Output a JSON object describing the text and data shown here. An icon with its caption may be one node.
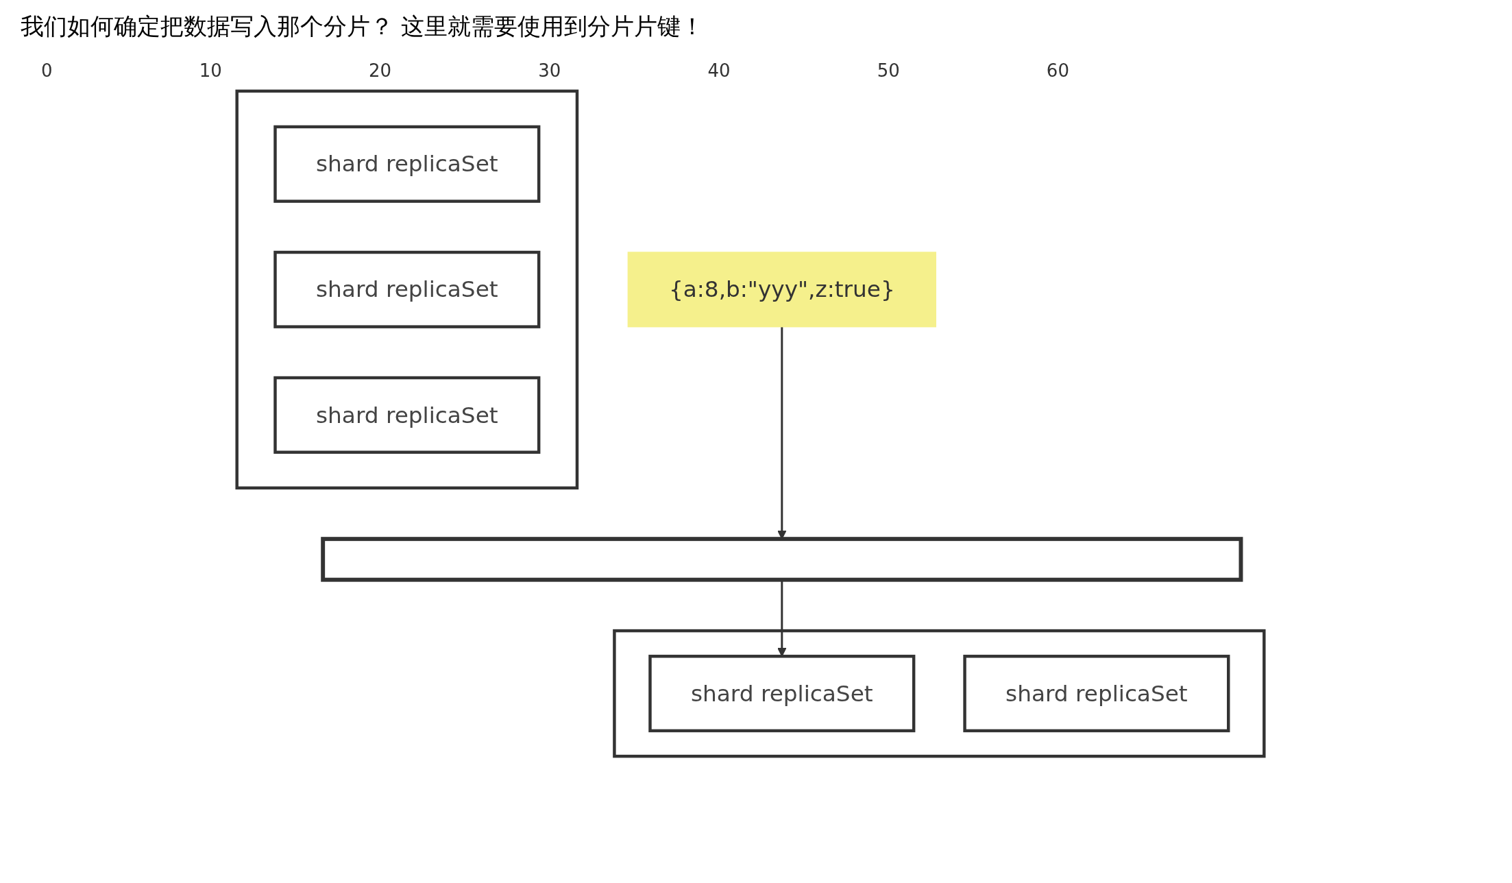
{
  "diagram": {
    "title": "我们如何确定把数据写入那个分片？ 这里就需要使用到分片片键！",
    "nodes": [
      {
        "text": [
          "{a:8,b:\"yyy\",z:true}"
        ]
      },
      {
        "text": [],
        "shape": "bar"
      },
      {
        "text": [],
        "shape": "box"
      },
      {
        "text": [
          "shard replicaSet"
        ],
        "in": 2
      },
      {
        "text": [
          "shard replicaSet"
        ],
        "in": 2
      },
      {
        "text": [],
        "shape": "box"
      },
      {
        "text": [
          "shard replicaSet"
        ],
        "in": 5
      },
      {
        "text": [
          "shard replicaSet"
        ],
        "in": 5
      },
      {
        "text": [
          "shard replicaSet"
        ],
        "in": 5
      }
    ],
    "edges": [
      {
        "from": 0,
        "to": 1,
        "arrow": "to"
      },
      {
        "from": 1,
        "to": 3,
        "arrow": "to"
      }
    ],
    "labels": [
      "0",
      "10",
      "20",
      "30",
      "40",
      "50",
      "60"
    ]
  }
}
